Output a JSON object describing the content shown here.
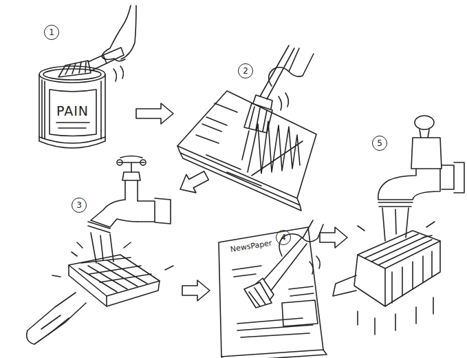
{
  "diagram": {
    "nodes": [
      {
        "text": [
          "1"
        ]
      },
      {
        "text": [
          "2"
        ]
      },
      {
        "text": [
          "3"
        ]
      },
      {
        "text": [
          "4"
        ]
      },
      {
        "text": [
          "5"
        ]
      }
    ],
    "edges": [
      {
        "from": 0,
        "to": 1,
        "arrow": "to"
      },
      {
        "from": 1,
        "to": 2,
        "arrow": "to"
      },
      {
        "from": 2,
        "to": 3,
        "arrow": "to"
      },
      {
        "from": 3,
        "to": 4,
        "arrow": "to"
      }
    ],
    "labels": [
      "PAIN",
      "NewsPaper"
    ]
  }
}
